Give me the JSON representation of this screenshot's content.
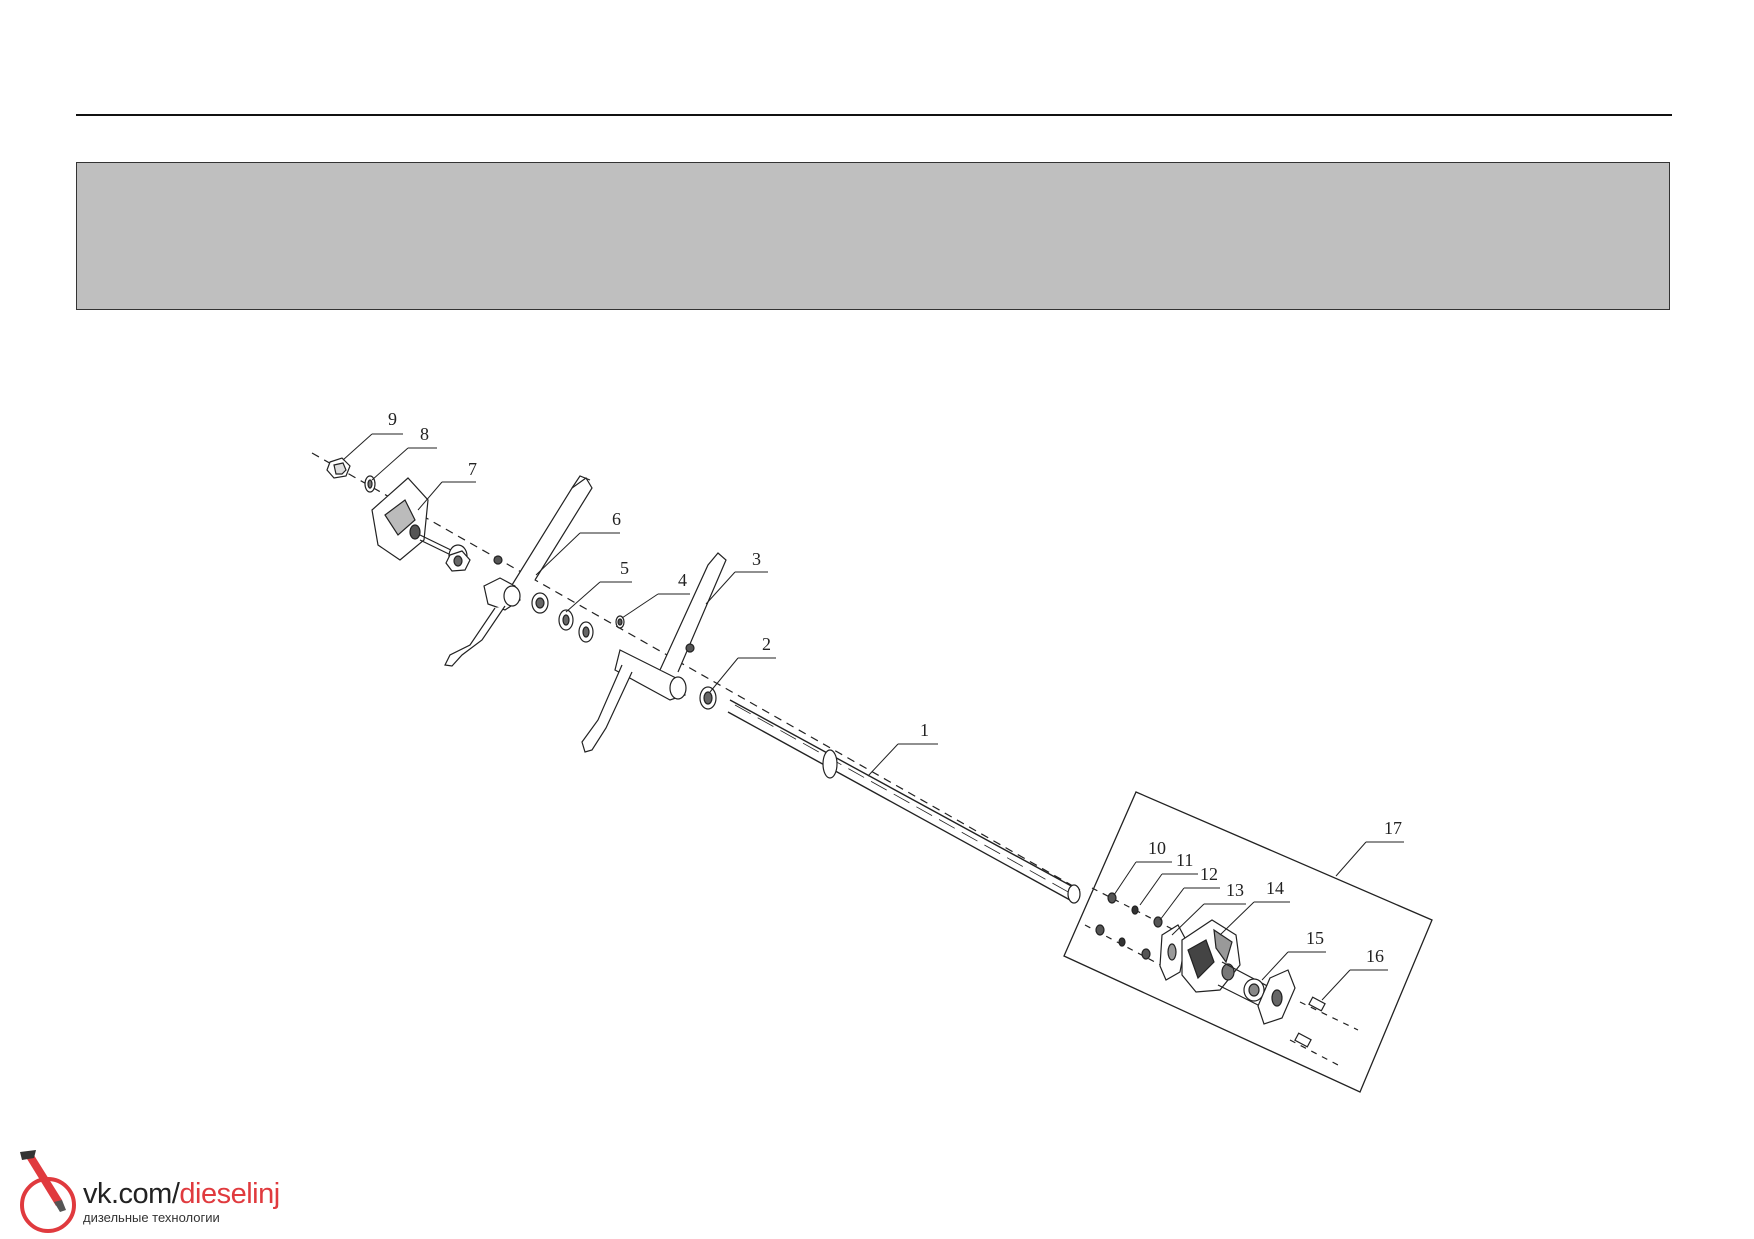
{
  "callouts": {
    "c1": "1",
    "c2": "2",
    "c3": "3",
    "c4": "4",
    "c5": "5",
    "c6": "6",
    "c7": "7",
    "c8": "8",
    "c9": "9",
    "c10": "10",
    "c11": "11",
    "c12": "12",
    "c13": "13",
    "c14": "14",
    "c15": "15",
    "c16": "16",
    "c17": "17"
  },
  "watermark": {
    "prefix": "vk.com/",
    "accent": "dieselinj",
    "subtitle": "дизельные технологии",
    "accent_color": "#e03a3e"
  }
}
